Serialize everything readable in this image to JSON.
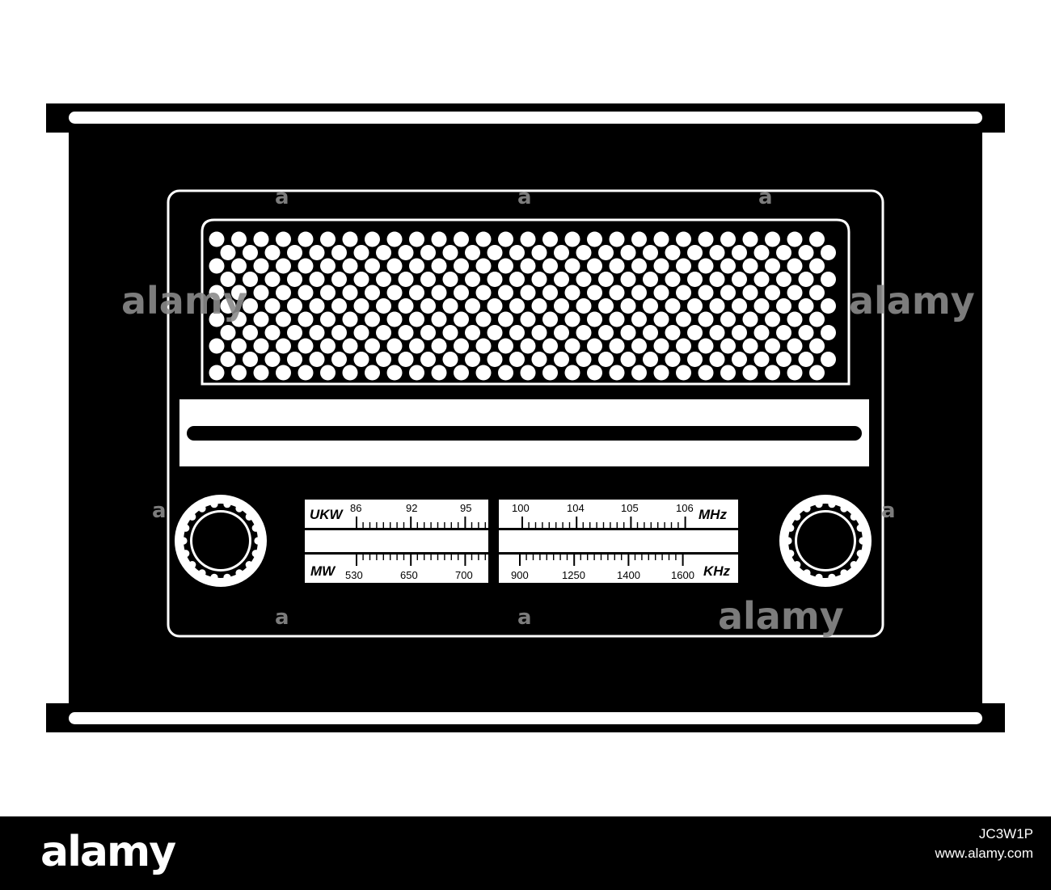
{
  "colors": {
    "ink": "#000000",
    "paper": "#ffffff",
    "watermark": "#8a8a8a"
  },
  "dial": {
    "top_left_label": "UKW",
    "top_left_ticks": [
      "86",
      "92",
      "95"
    ],
    "top_right_ticks": [
      "100",
      "104",
      "105",
      "106"
    ],
    "top_unit": "MHz",
    "bottom_left_label": "MW",
    "bottom_left_ticks": [
      "530",
      "650",
      "700"
    ],
    "bottom_right_ticks": [
      "900",
      "1250",
      "1400",
      "1600"
    ],
    "bottom_unit": "KHz"
  },
  "watermark": {
    "word": "alamy",
    "letter": "a"
  },
  "footer": {
    "logo": "alamy",
    "image_id": "JC3W1P",
    "url": "www.alamy.com"
  },
  "icons": {
    "left_knob": "knob-icon",
    "right_knob": "knob-icon",
    "speaker": "speaker-grille-icon"
  }
}
